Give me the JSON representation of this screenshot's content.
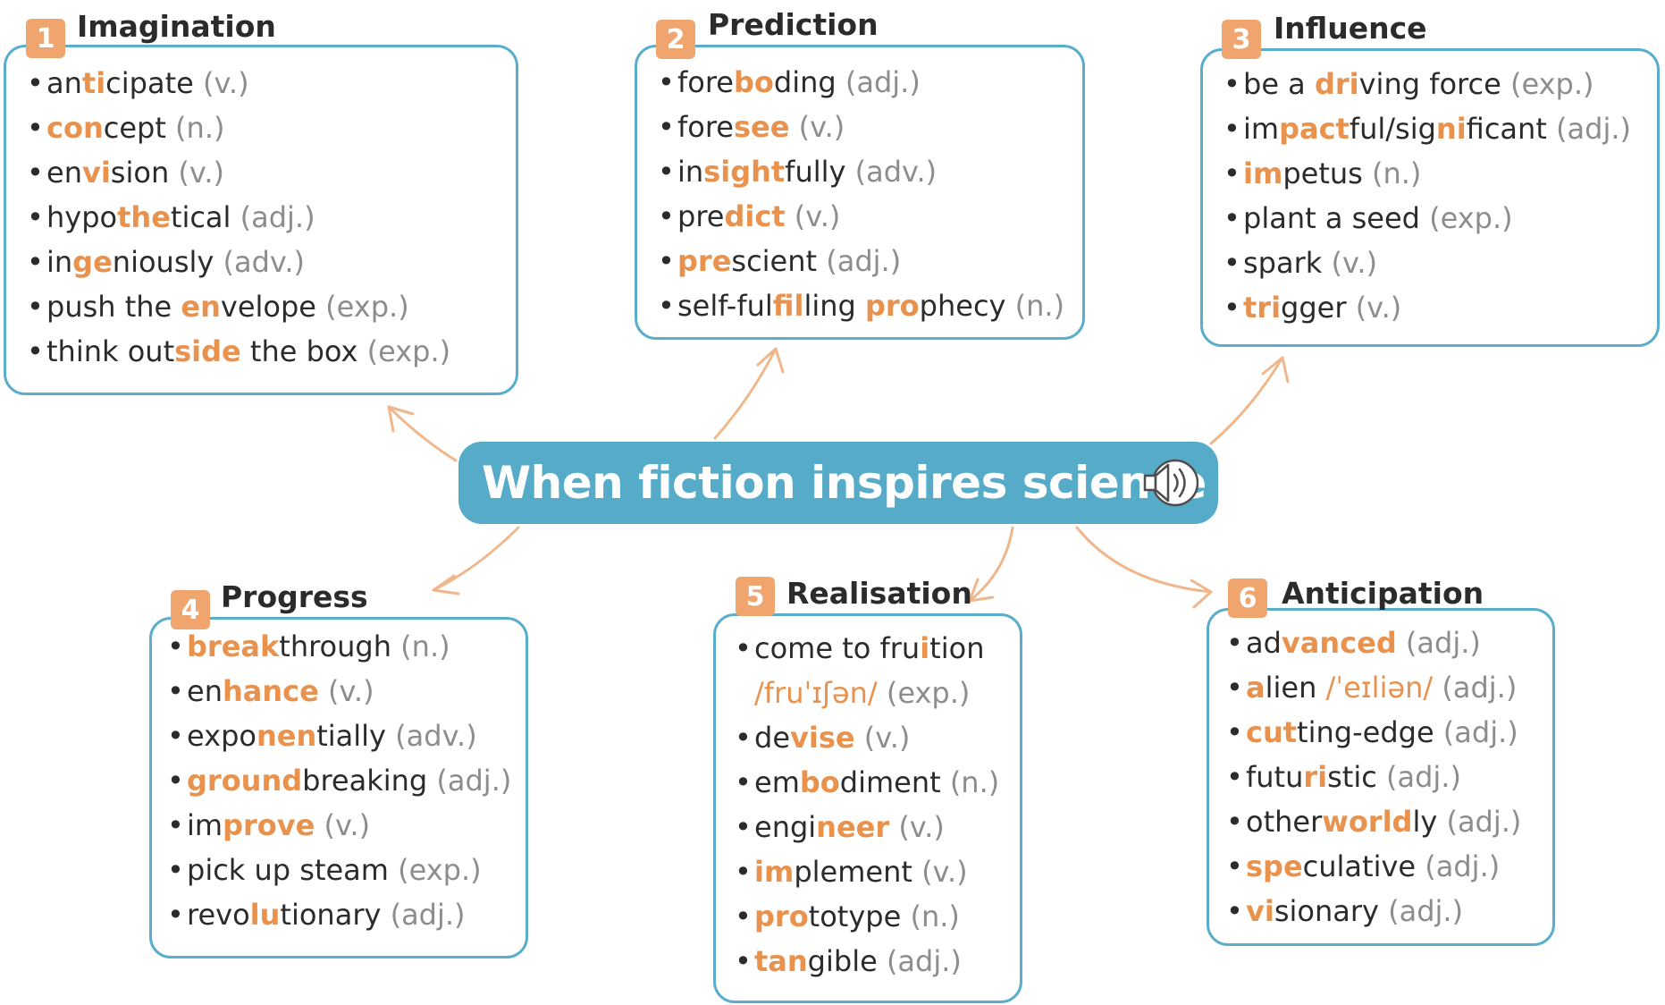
{
  "title": "When fiction inspires science",
  "icons": {
    "audio": "speaker-icon"
  },
  "colors": {
    "accent": "#e8924e",
    "frame": "#5aaecb",
    "title_bg": "#56acc8",
    "badge": "#f0a46e"
  },
  "groups": [
    {
      "id": "imagination",
      "number": "1",
      "title": "Imagination",
      "items": [
        {
          "parts": [
            {
              "t": "an"
            },
            {
              "t": "ti",
              "h": true
            },
            {
              "t": "cipate "
            },
            {
              "t": "(v.)",
              "p": true
            }
          ]
        },
        {
          "parts": [
            {
              "t": "con",
              "h": true
            },
            {
              "t": "cept "
            },
            {
              "t": "(n.)",
              "p": true
            }
          ]
        },
        {
          "parts": [
            {
              "t": "en"
            },
            {
              "t": "vi",
              "h": true
            },
            {
              "t": "sion "
            },
            {
              "t": "(v.)",
              "p": true
            }
          ]
        },
        {
          "parts": [
            {
              "t": "hypo"
            },
            {
              "t": "the",
              "h": true
            },
            {
              "t": "tical "
            },
            {
              "t": "(adj.)",
              "p": true
            }
          ]
        },
        {
          "parts": [
            {
              "t": "in"
            },
            {
              "t": "ge",
              "h": true
            },
            {
              "t": "niously "
            },
            {
              "t": "(adv.)",
              "p": true
            }
          ]
        },
        {
          "parts": [
            {
              "t": "push the "
            },
            {
              "t": "en",
              "h": true
            },
            {
              "t": "velope "
            },
            {
              "t": "(exp.)",
              "p": true
            }
          ]
        },
        {
          "parts": [
            {
              "t": "think out"
            },
            {
              "t": "side",
              "h": true
            },
            {
              "t": " the box "
            },
            {
              "t": "(exp.)",
              "p": true
            }
          ]
        }
      ]
    },
    {
      "id": "prediction",
      "number": "2",
      "title": "Prediction",
      "items": [
        {
          "parts": [
            {
              "t": "fore"
            },
            {
              "t": "bo",
              "h": true
            },
            {
              "t": "ding "
            },
            {
              "t": "(adj.)",
              "p": true
            }
          ]
        },
        {
          "parts": [
            {
              "t": "fore"
            },
            {
              "t": "see",
              "h": true
            },
            {
              "t": " "
            },
            {
              "t": "(v.)",
              "p": true
            }
          ]
        },
        {
          "parts": [
            {
              "t": "in"
            },
            {
              "t": "sight",
              "h": true
            },
            {
              "t": "fully "
            },
            {
              "t": "(adv.)",
              "p": true
            }
          ]
        },
        {
          "parts": [
            {
              "t": "pre"
            },
            {
              "t": "dict",
              "h": true
            },
            {
              "t": " "
            },
            {
              "t": "(v.)",
              "p": true
            }
          ]
        },
        {
          "parts": [
            {
              "t": "pre",
              "h": true
            },
            {
              "t": "scient "
            },
            {
              "t": "(adj.)",
              "p": true
            }
          ]
        },
        {
          "parts": [
            {
              "t": "self-ful"
            },
            {
              "t": "fil",
              "h": true
            },
            {
              "t": "ling "
            },
            {
              "t": "pro",
              "h": true
            },
            {
              "t": "phecy "
            },
            {
              "t": "(n.)",
              "p": true
            }
          ]
        }
      ]
    },
    {
      "id": "influence",
      "number": "3",
      "title": "Influence",
      "items": [
        {
          "parts": [
            {
              "t": "be a "
            },
            {
              "t": "dri",
              "h": true
            },
            {
              "t": "ving force "
            },
            {
              "t": "(exp.)",
              "p": true
            }
          ]
        },
        {
          "parts": [
            {
              "t": "im"
            },
            {
              "t": "pact",
              "h": true
            },
            {
              "t": "ful/sig"
            },
            {
              "t": "ni",
              "h": true
            },
            {
              "t": "ficant "
            },
            {
              "t": "(adj.)",
              "p": true
            }
          ]
        },
        {
          "parts": [
            {
              "t": "im",
              "h": true
            },
            {
              "t": "petus "
            },
            {
              "t": "(n.)",
              "p": true
            }
          ]
        },
        {
          "parts": [
            {
              "t": "plant a seed "
            },
            {
              "t": "(exp.)",
              "p": true
            }
          ]
        },
        {
          "parts": [
            {
              "t": "spark "
            },
            {
              "t": "(v.)",
              "p": true
            }
          ]
        },
        {
          "parts": [
            {
              "t": "tri",
              "h": true
            },
            {
              "t": "gger "
            },
            {
              "t": "(v.)",
              "p": true
            }
          ]
        }
      ]
    },
    {
      "id": "progress",
      "number": "4",
      "title": "Progress",
      "items": [
        {
          "parts": [
            {
              "t": "break",
              "h": true
            },
            {
              "t": "through "
            },
            {
              "t": "(n.)",
              "p": true
            }
          ]
        },
        {
          "parts": [
            {
              "t": "en"
            },
            {
              "t": "hance",
              "h": true
            },
            {
              "t": " "
            },
            {
              "t": "(v.)",
              "p": true
            }
          ]
        },
        {
          "parts": [
            {
              "t": "expo"
            },
            {
              "t": "nen",
              "h": true
            },
            {
              "t": "tially "
            },
            {
              "t": "(adv.)",
              "p": true
            }
          ]
        },
        {
          "parts": [
            {
              "t": "ground",
              "h": true
            },
            {
              "t": "breaking "
            },
            {
              "t": "(adj.)",
              "p": true
            }
          ]
        },
        {
          "parts": [
            {
              "t": "im"
            },
            {
              "t": "prove",
              "h": true
            },
            {
              "t": " "
            },
            {
              "t": "(v.)",
              "p": true
            }
          ]
        },
        {
          "parts": [
            {
              "t": "pick up steam "
            },
            {
              "t": "(exp.)",
              "p": true
            }
          ]
        },
        {
          "parts": [
            {
              "t": "revo"
            },
            {
              "t": "lu",
              "h": true
            },
            {
              "t": "tionary "
            },
            {
              "t": "(adj.)",
              "p": true
            }
          ]
        }
      ]
    },
    {
      "id": "realisation",
      "number": "5",
      "title": "Realisation",
      "items": [
        {
          "parts": [
            {
              "t": "come to fru"
            },
            {
              "t": "i",
              "h": true
            },
            {
              "t": "tion"
            }
          ]
        },
        {
          "cont": true,
          "parts": [
            {
              "t": "/fruˈɪʃən/",
              "i": true
            },
            {
              "t": "  "
            },
            {
              "t": "(exp.)",
              "p": true
            }
          ]
        },
        {
          "parts": [
            {
              "t": "de"
            },
            {
              "t": "vise",
              "h": true
            },
            {
              "t": " "
            },
            {
              "t": "(v.)",
              "p": true
            }
          ]
        },
        {
          "parts": [
            {
              "t": "em"
            },
            {
              "t": "bo",
              "h": true
            },
            {
              "t": "diment "
            },
            {
              "t": "(n.)",
              "p": true
            }
          ]
        },
        {
          "parts": [
            {
              "t": "engi"
            },
            {
              "t": "neer",
              "h": true
            },
            {
              "t": " "
            },
            {
              "t": "(v.)",
              "p": true
            }
          ]
        },
        {
          "parts": [
            {
              "t": "im",
              "h": true
            },
            {
              "t": "plement "
            },
            {
              "t": "(v.)",
              "p": true
            }
          ]
        },
        {
          "parts": [
            {
              "t": "pro",
              "h": true
            },
            {
              "t": "totype "
            },
            {
              "t": "(n.)",
              "p": true
            }
          ]
        },
        {
          "parts": [
            {
              "t": "tan",
              "h": true
            },
            {
              "t": "gible "
            },
            {
              "t": "(adj.)",
              "p": true
            }
          ]
        }
      ]
    },
    {
      "id": "anticipation",
      "number": "6",
      "title": "Anticipation",
      "items": [
        {
          "parts": [
            {
              "t": "ad"
            },
            {
              "t": "vanced",
              "h": true
            },
            {
              "t": " "
            },
            {
              "t": "(adj.)",
              "p": true
            }
          ]
        },
        {
          "parts": [
            {
              "t": "a",
              "h": true
            },
            {
              "t": "lien  "
            },
            {
              "t": "/ˈeɪliən/",
              "i": true
            },
            {
              "t": "  "
            },
            {
              "t": "(adj.)",
              "p": true
            }
          ]
        },
        {
          "parts": [
            {
              "t": "cut",
              "h": true
            },
            {
              "t": "ting-edge "
            },
            {
              "t": "(adj.)",
              "p": true
            }
          ]
        },
        {
          "parts": [
            {
              "t": "futu"
            },
            {
              "t": "ri",
              "h": true
            },
            {
              "t": "stic "
            },
            {
              "t": "(adj.)",
              "p": true
            }
          ]
        },
        {
          "parts": [
            {
              "t": "other"
            },
            {
              "t": "world",
              "h": true
            },
            {
              "t": "ly "
            },
            {
              "t": "(adj.)",
              "p": true
            }
          ]
        },
        {
          "parts": [
            {
              "t": "spe",
              "h": true
            },
            {
              "t": "culative "
            },
            {
              "t": "(adj.)",
              "p": true
            }
          ]
        },
        {
          "parts": [
            {
              "t": "vi",
              "h": true
            },
            {
              "t": "sionary "
            },
            {
              "t": "(adj.)",
              "p": true
            }
          ]
        }
      ]
    }
  ]
}
